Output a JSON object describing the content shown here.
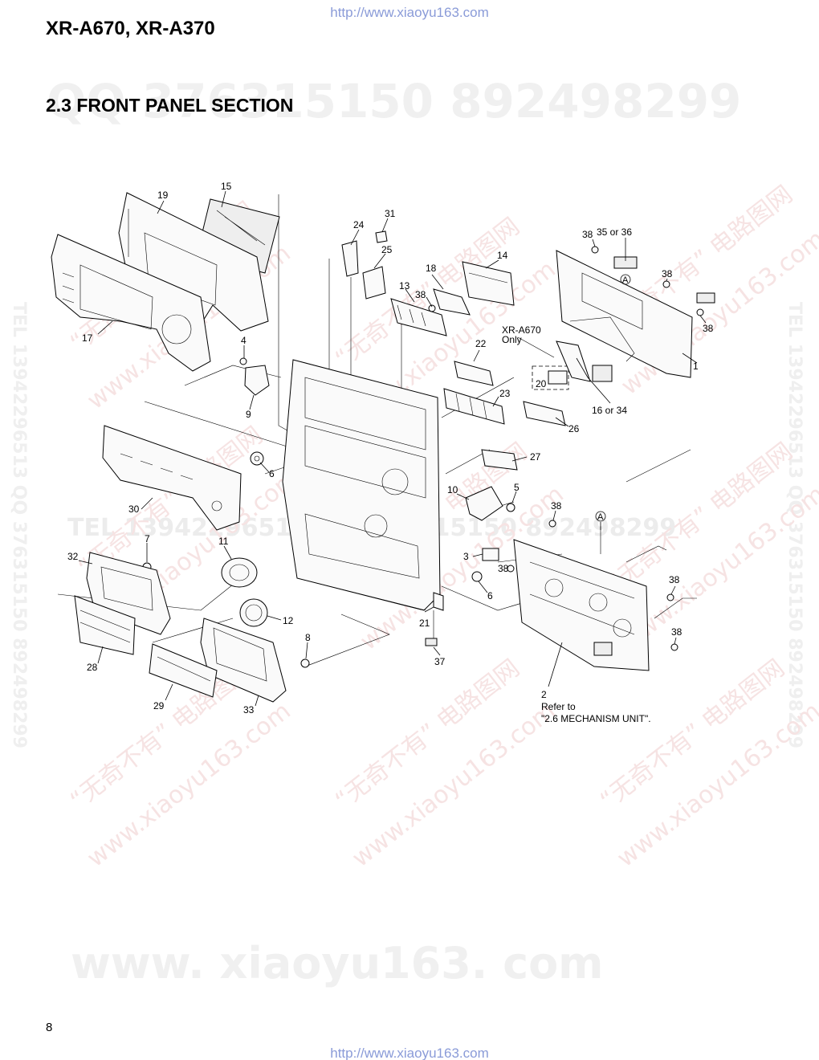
{
  "header": {
    "url_top": "http://www.xiaoyu163.com",
    "model": "XR-A670, XR-A370",
    "section_title": "2.3 FRONT PANEL SECTION"
  },
  "footer": {
    "page_number": "8",
    "url_bottom": "http://www.xiaoyu163.com"
  },
  "watermarks": {
    "qq_line": "QQ 376315150   892498299",
    "big_site": "www. xiaoyu163. com",
    "tel_line": "TEL 13942296513   QQ 376315150  892498299",
    "side_text": "TEL 13942296513  QQ 376315150  892498299",
    "cn_tag": "“无奇不有” 电路图网",
    "cn_site": "www.xiaoyu163.com"
  },
  "diagram": {
    "labels": {
      "p1": "1",
      "p2": "2",
      "p3": "3",
      "p4": "4",
      "p5": "5",
      "p6a": "6",
      "p6b": "6",
      "p7": "7",
      "p8": "8",
      "p9": "9",
      "p10": "10",
      "p11": "11",
      "p12": "12",
      "p13": "13",
      "p14": "14",
      "p15": "15",
      "p16or34": "16 or 34",
      "p17": "17",
      "p18": "18",
      "p19": "19",
      "p20": "20",
      "p21": "21",
      "p22": "22",
      "p23": "23",
      "p24": "24",
      "p25": "25",
      "p26": "26",
      "p27": "27",
      "p28": "28",
      "p29": "29",
      "p30": "30",
      "p31": "31",
      "p32": "32",
      "p33": "33",
      "p35or36": "35 or 36",
      "p37": "37",
      "p38a": "38",
      "p38b": "38",
      "p38c": "38",
      "p38d": "38",
      "p38e": "38",
      "p38f": "38",
      "p38g": "38",
      "p38h": "38",
      "markA1": "A",
      "markA2": "A"
    },
    "note_xr": [
      "XR-A670",
      "Only"
    ],
    "note_refer": [
      "2",
      "Refer to",
      "\"2.6 MECHANISM UNIT\"."
    ]
  }
}
